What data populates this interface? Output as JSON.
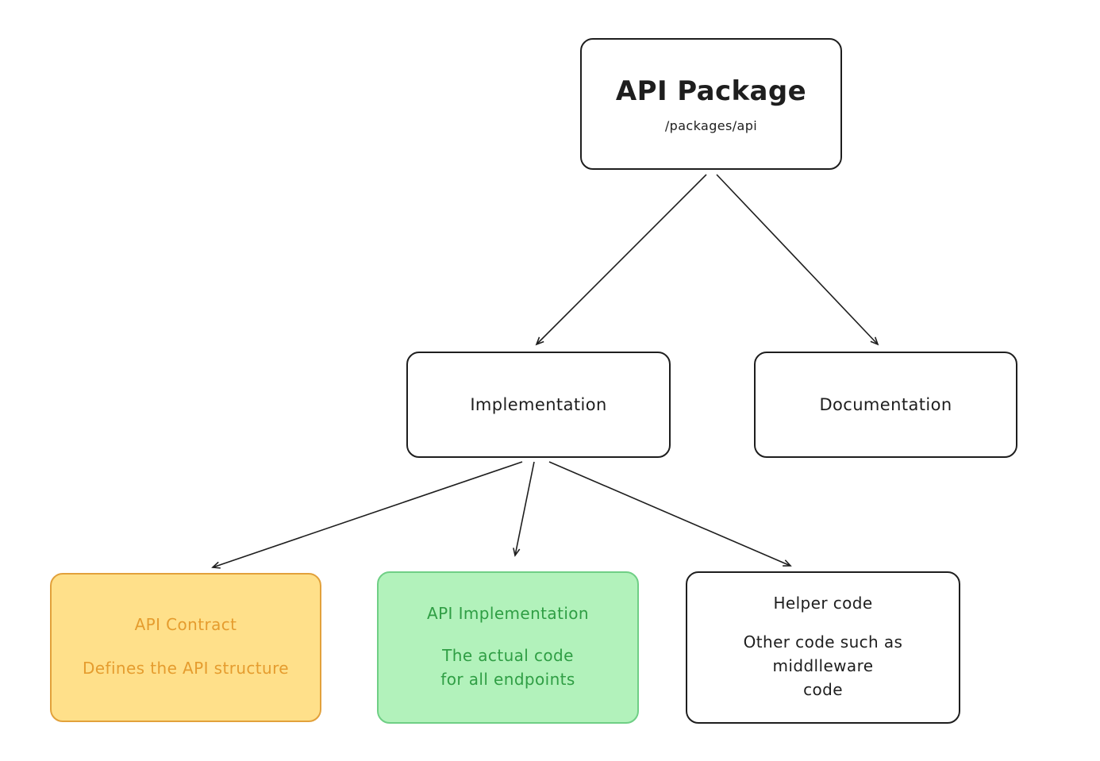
{
  "colors": {
    "ink": "#1e1e1e",
    "background": "#ffffff",
    "contract_fill": "#ffe08a",
    "contract_stroke": "#e2a13b",
    "contract_text": "#e59c2e",
    "implementation_fill": "#b2f2bb",
    "implementation_stroke": "#6fcf85",
    "implementation_text": "#2f9e44"
  },
  "nodes": {
    "api_package": {
      "title": "API Package",
      "subtitle": "/packages/api"
    },
    "implementation": {
      "label": "Implementation"
    },
    "documentation": {
      "label": "Documentation"
    },
    "api_contract": {
      "title": "API Contract",
      "description": "Defines the API structure"
    },
    "api_implementation": {
      "title": "API Implementation",
      "description": "The actual code\nfor all endpoints"
    },
    "helper_code": {
      "title": "Helper code",
      "description": "Other code such as\nmiddlleware\ncode"
    }
  }
}
